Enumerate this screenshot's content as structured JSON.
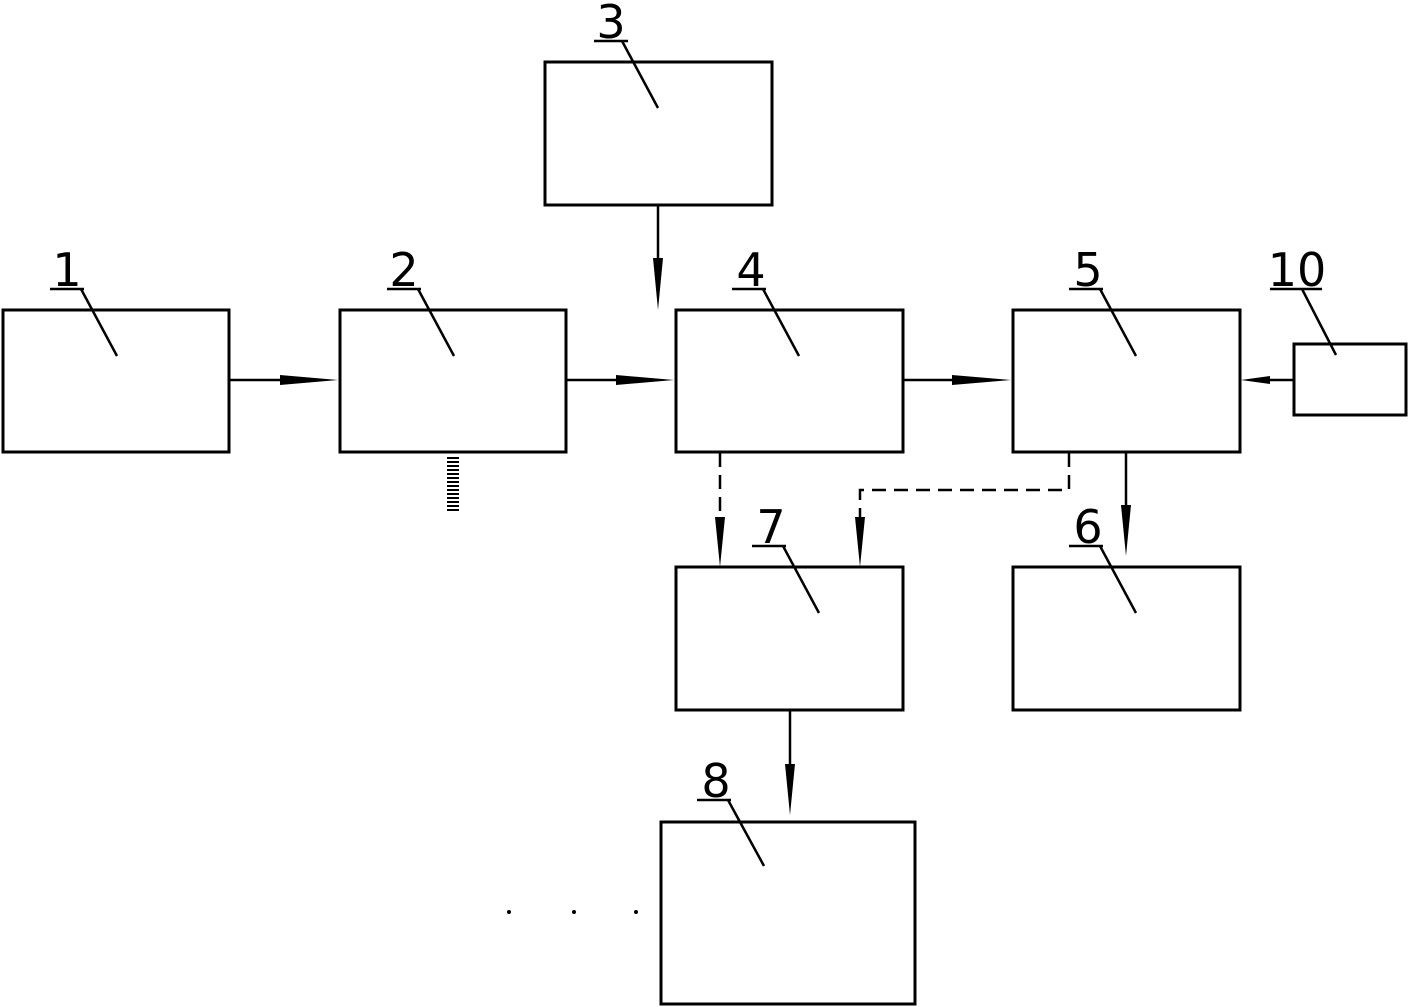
{
  "diagram": {
    "blocks": [
      {
        "id": "1",
        "label": "1"
      },
      {
        "id": "2",
        "label": "2"
      },
      {
        "id": "3",
        "label": "3"
      },
      {
        "id": "4",
        "label": "4"
      },
      {
        "id": "5",
        "label": "5"
      },
      {
        "id": "10",
        "label": "10"
      },
      {
        "id": "7",
        "label": "7"
      },
      {
        "id": "6",
        "label": "6"
      },
      {
        "id": "8",
        "label": "8"
      }
    ],
    "connections": [
      {
        "from": "1",
        "to": "2",
        "style": "solid"
      },
      {
        "from": "2",
        "to": "4",
        "style": "solid"
      },
      {
        "from": "3",
        "to": "4",
        "style": "solid"
      },
      {
        "from": "4",
        "to": "5",
        "style": "solid"
      },
      {
        "from": "10",
        "to": "5",
        "style": "solid"
      },
      {
        "from": "4",
        "to": "7",
        "style": "dashed"
      },
      {
        "from": "5",
        "to": "7",
        "style": "dashed"
      },
      {
        "from": "5",
        "to": "6",
        "style": "solid"
      },
      {
        "from": "7",
        "to": "8",
        "style": "solid"
      }
    ]
  }
}
